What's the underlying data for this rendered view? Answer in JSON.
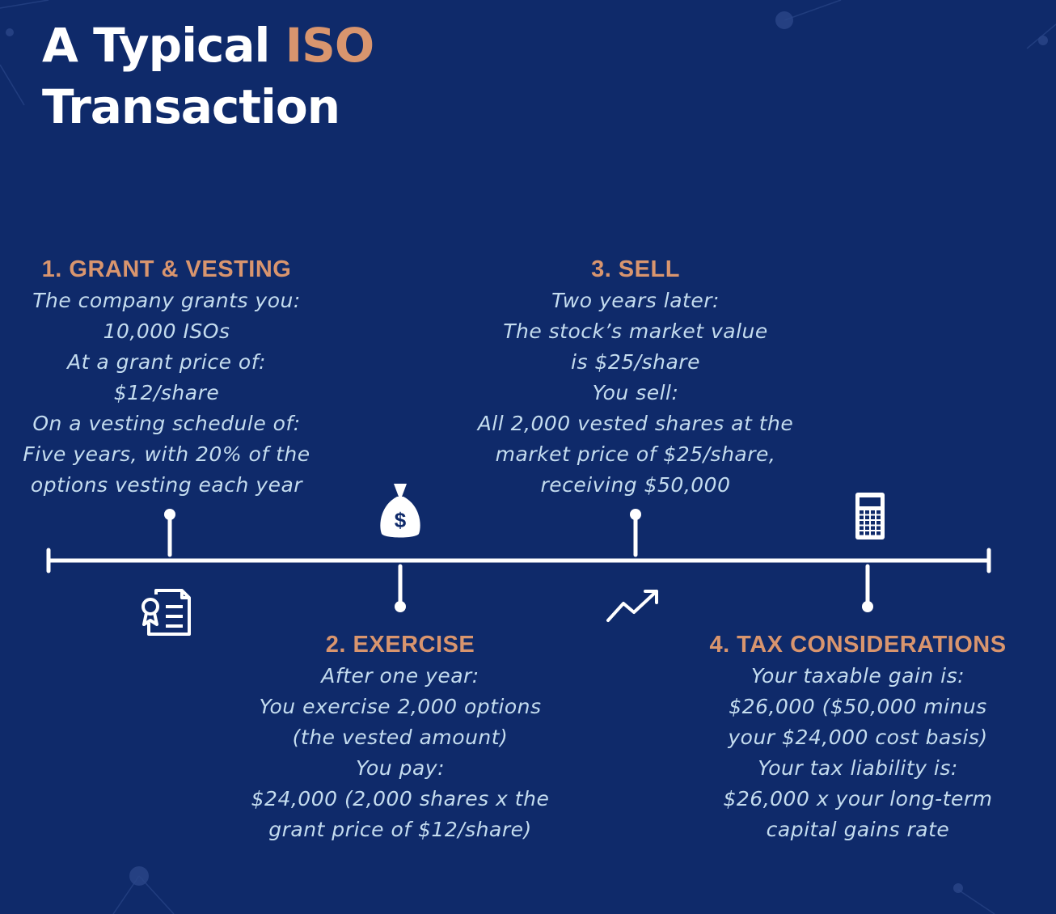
{
  "title": {
    "line1_prefix": "A Typical ",
    "line1_accent": "ISO",
    "line2": "Transaction"
  },
  "steps": [
    {
      "heading": "1. GRANT & VESTING",
      "lines": [
        "The company grants you:",
        "10,000 ISOs",
        "At a grant price of:",
        "$12/share",
        "On a vesting schedule of:",
        "Five years, with 20% of the",
        "options vesting each year"
      ]
    },
    {
      "heading": "2. EXERCISE",
      "lines": [
        "After one year:",
        "You exercise 2,000 options",
        "(the vested amount)",
        "You pay:",
        "$24,000 (2,000 shares x the",
        "grant price of $12/share)"
      ]
    },
    {
      "heading": "3. SELL",
      "lines": [
        "Two years later:",
        "The stock’s market value",
        "is $25/share",
        "You sell:",
        "All 2,000 vested shares at the",
        "market price of $25/share,",
        "receiving $50,000"
      ]
    },
    {
      "heading": "4. TAX CONSIDERATIONS",
      "lines": [
        "Your taxable gain is:",
        "$26,000 ($50,000 minus",
        "your $24,000 cost basis)",
        "Your tax liability is:",
        "$26,000 x your long-term",
        "capital gains rate"
      ]
    }
  ],
  "icons": {
    "grant": "certificate-document-icon",
    "exercise": "money-bag-icon",
    "sell": "trending-up-icon",
    "tax": "calculator-icon",
    "money_symbol": "$"
  },
  "colors": {
    "background": "#0f2a6a",
    "accent": "#d9956e",
    "body_text": "#c4dcef",
    "title": "#ffffff",
    "timeline": "#ffffff"
  }
}
